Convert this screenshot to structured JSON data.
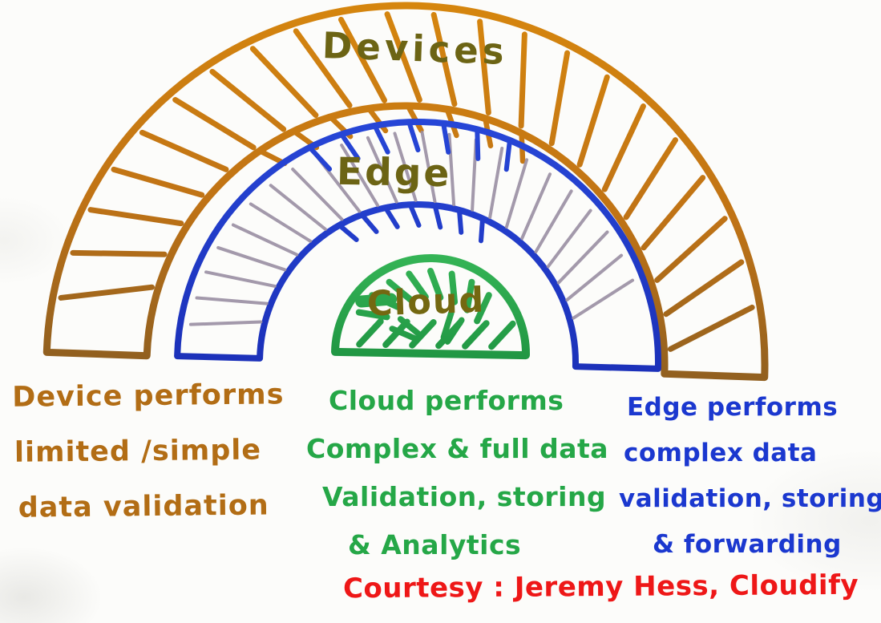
{
  "diagram": {
    "paper_color": "#fcfcfa",
    "layers": {
      "devices": {
        "label": "Devices",
        "label_color": "#6c6414",
        "color_top": "#d6860e",
        "color_mid": "#c07315",
        "color_bottom": "#8f5f20"
      },
      "edge": {
        "label": "Edge",
        "label_color": "#6c6414",
        "color_top": "#2747d8",
        "color_bottom": "#1b30b8",
        "hatch_color": "#9a8fa3"
      },
      "cloud": {
        "label": "Cloud",
        "label_color": "#746811",
        "color_top": "#36b657",
        "color_bottom": "#1e9341"
      }
    },
    "notes": {
      "device": {
        "color": "#b26d15",
        "lines": [
          "Device performs",
          "limited /simple",
          "data validation"
        ]
      },
      "cloud": {
        "color": "#25a747",
        "lines": [
          "Cloud performs",
          "Complex & full data",
          "Validation, storing",
          "& Analytics"
        ]
      },
      "edge": {
        "color": "#1b38cf",
        "lines": [
          "Edge performs",
          "complex data",
          "validation, storing",
          "& forwarding"
        ]
      }
    },
    "credit": {
      "color": "#ee1717",
      "text": "Courtesy : Jeremy Hess, Cloudify"
    }
  }
}
